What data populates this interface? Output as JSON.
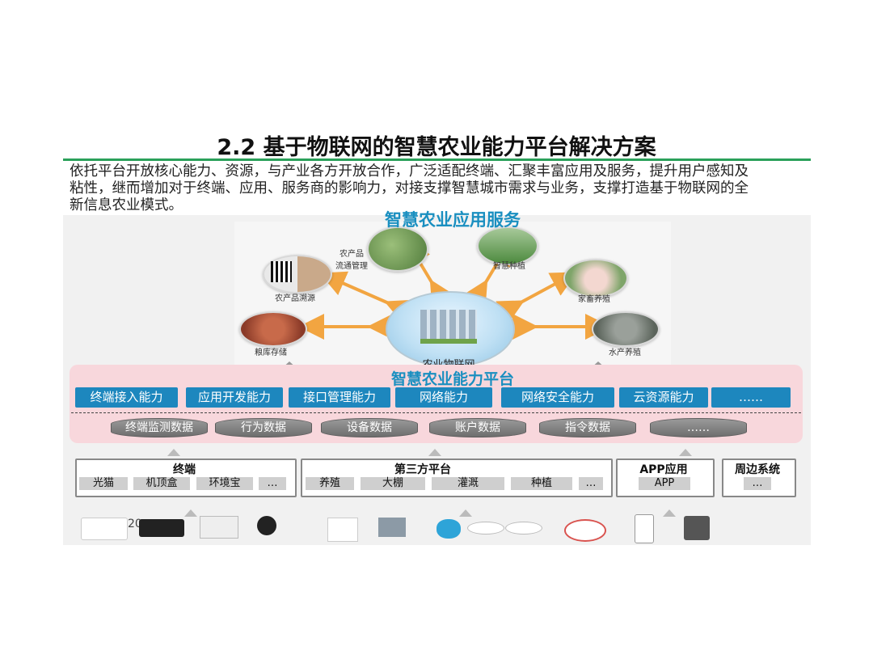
{
  "title": "2.2 基于物联网的智慧农业能力平台解决方案",
  "intro_lines": [
    "依托平台开放核心能力、资源，与产业各方开放合作，广泛适配终端、汇聚丰富应用及服务，提升用户感知及",
    "粘性，继而增加对于终端、应用、服务商的影响力，对接支撑智慧城市需求与业务，支撑打造基于物联网的全",
    "新信息农业模式。"
  ],
  "app_services": {
    "title": "智慧农业应用服务",
    "hub_label": "农业物联网",
    "items": [
      {
        "label": "农产品\n流通管理",
        "icon": "truck-photo"
      },
      {
        "label": "智慧种植",
        "icon": "greenhouse-photo"
      },
      {
        "label": "农产品溯源",
        "icon": "qr-scan-photo"
      },
      {
        "label": "家畜养殖",
        "icon": "pig-photo"
      },
      {
        "label": "粮库存储",
        "icon": "grain-photo"
      },
      {
        "label": "水产养殖",
        "icon": "fish-photo"
      }
    ]
  },
  "platform": {
    "title": "智慧农业能力平台",
    "capabilities": [
      "终端接入能力",
      "应用开发能力",
      "接口管理能力",
      "网络能力",
      "网络安全能力",
      "云资源能力",
      "……"
    ],
    "data_stores": [
      "终端监测数据",
      "行为数据",
      "设备数据",
      "账户数据",
      "指令数据",
      "……"
    ]
  },
  "groups": {
    "terminal": {
      "title": "终端",
      "items": [
        "光猫",
        "机顶盒",
        "环境宝",
        "…"
      ]
    },
    "third_party": {
      "title": "第三方平台",
      "items": [
        "养殖",
        "大棚",
        "灌溉",
        "种植",
        "…"
      ]
    },
    "app": {
      "title": "APP应用",
      "items": [
        "APP"
      ]
    },
    "peripheral": {
      "title": "周边系统",
      "items": [
        "…"
      ]
    }
  },
  "fragment_text": "20",
  "colors": {
    "accent": "#1d87be",
    "title_blue": "#1a8fc0",
    "rule_green": "#2aa05a",
    "platform_pink": "#f8d7dc",
    "arrow_orange": "#f2a541"
  }
}
